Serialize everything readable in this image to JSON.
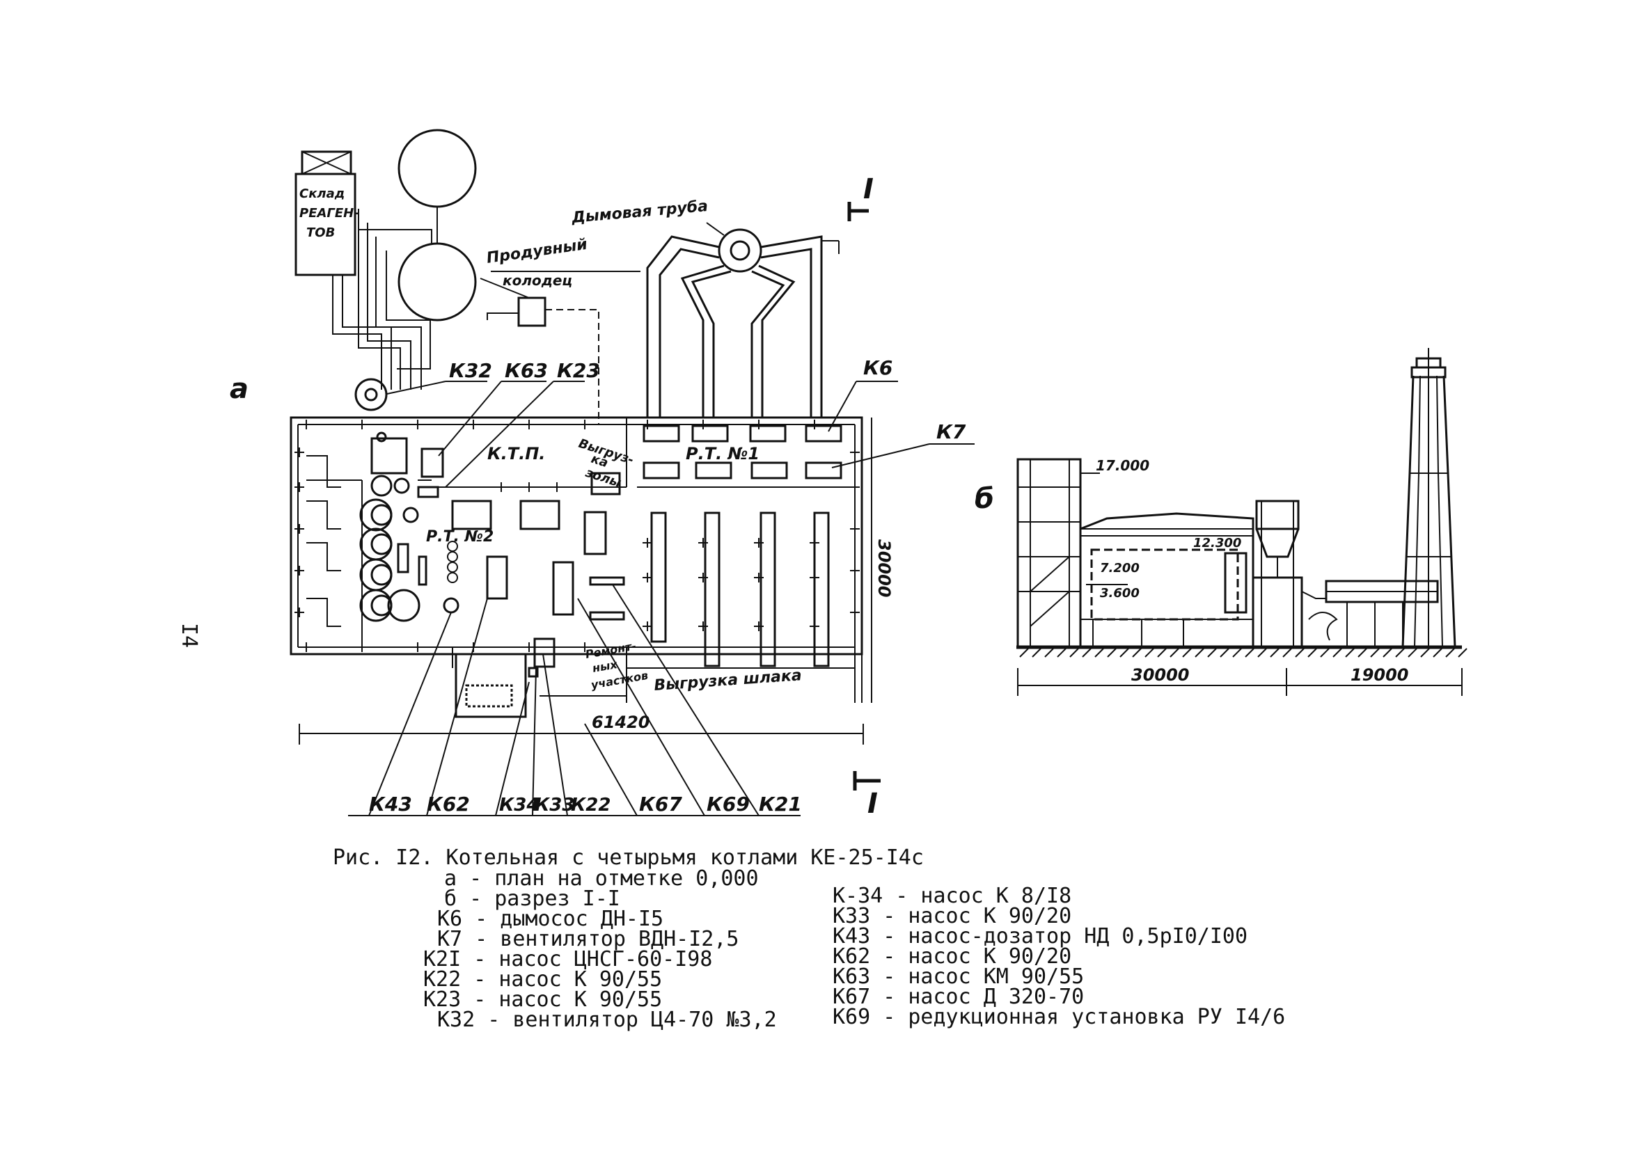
{
  "plan": {
    "section_letter": "а",
    "page_number": "I4",
    "section_mark": "I",
    "reagent_store": [
      "Склад",
      "РЕАГЕН-",
      "ТОВ"
    ],
    "chimney": "Дымовая труба",
    "purge_well": [
      "Продувный",
      "колодец"
    ],
    "ktp": "К.Т.П.",
    "ash_unload": [
      "Выгруз-",
      "ка",
      "золы"
    ],
    "rt1": "Р.Т. №1",
    "rt2": "Р.Т. №2",
    "repair": [
      "Ремонт-",
      "ных",
      "участков"
    ],
    "slag_unload": "Выгрузка шлака",
    "dim_length": "61420",
    "dim_width": "30000",
    "callouts_top": [
      "К32",
      "К63",
      "К23",
      "К6",
      "К7"
    ],
    "callouts_bottom": [
      "К43",
      "К62",
      "К34",
      "К33",
      "К22",
      "К67",
      "К69",
      "К21"
    ]
  },
  "section": {
    "letter": "б",
    "elev_17000": "17.000",
    "elev_12300": "12.300",
    "elev_7200": "7.200",
    "elev_3600": "3.600",
    "dim_a": "30000",
    "dim_b": "19000"
  },
  "caption": {
    "title": "Рис. I2. Котельная с четырьмя котлами КЕ-25-I4с",
    "left": [
      "а - план на отметке 0,000",
      "б - разрез I-I",
      "К6 - дымосос ДН-I5",
      "К7 - вентилятор ВДН-I2,5",
      "К2I - насос ЦНСГ-60-I98",
      "К22 - насос К 90/55",
      "К23 - насос К 90/55",
      "К32 - вентилятор Ц4-70 №3,2"
    ],
    "right": [
      "К-34 - насос К 8/I8",
      "К33 - насос К 90/20",
      "К43 - насос-дозатор НД 0,5рI0/I00",
      "К62 - насос К 90/20",
      "К63 - насос КМ 90/55",
      "К67 - насос Д 320-70",
      "К69 - редукционная установка РУ I4/6"
    ]
  }
}
